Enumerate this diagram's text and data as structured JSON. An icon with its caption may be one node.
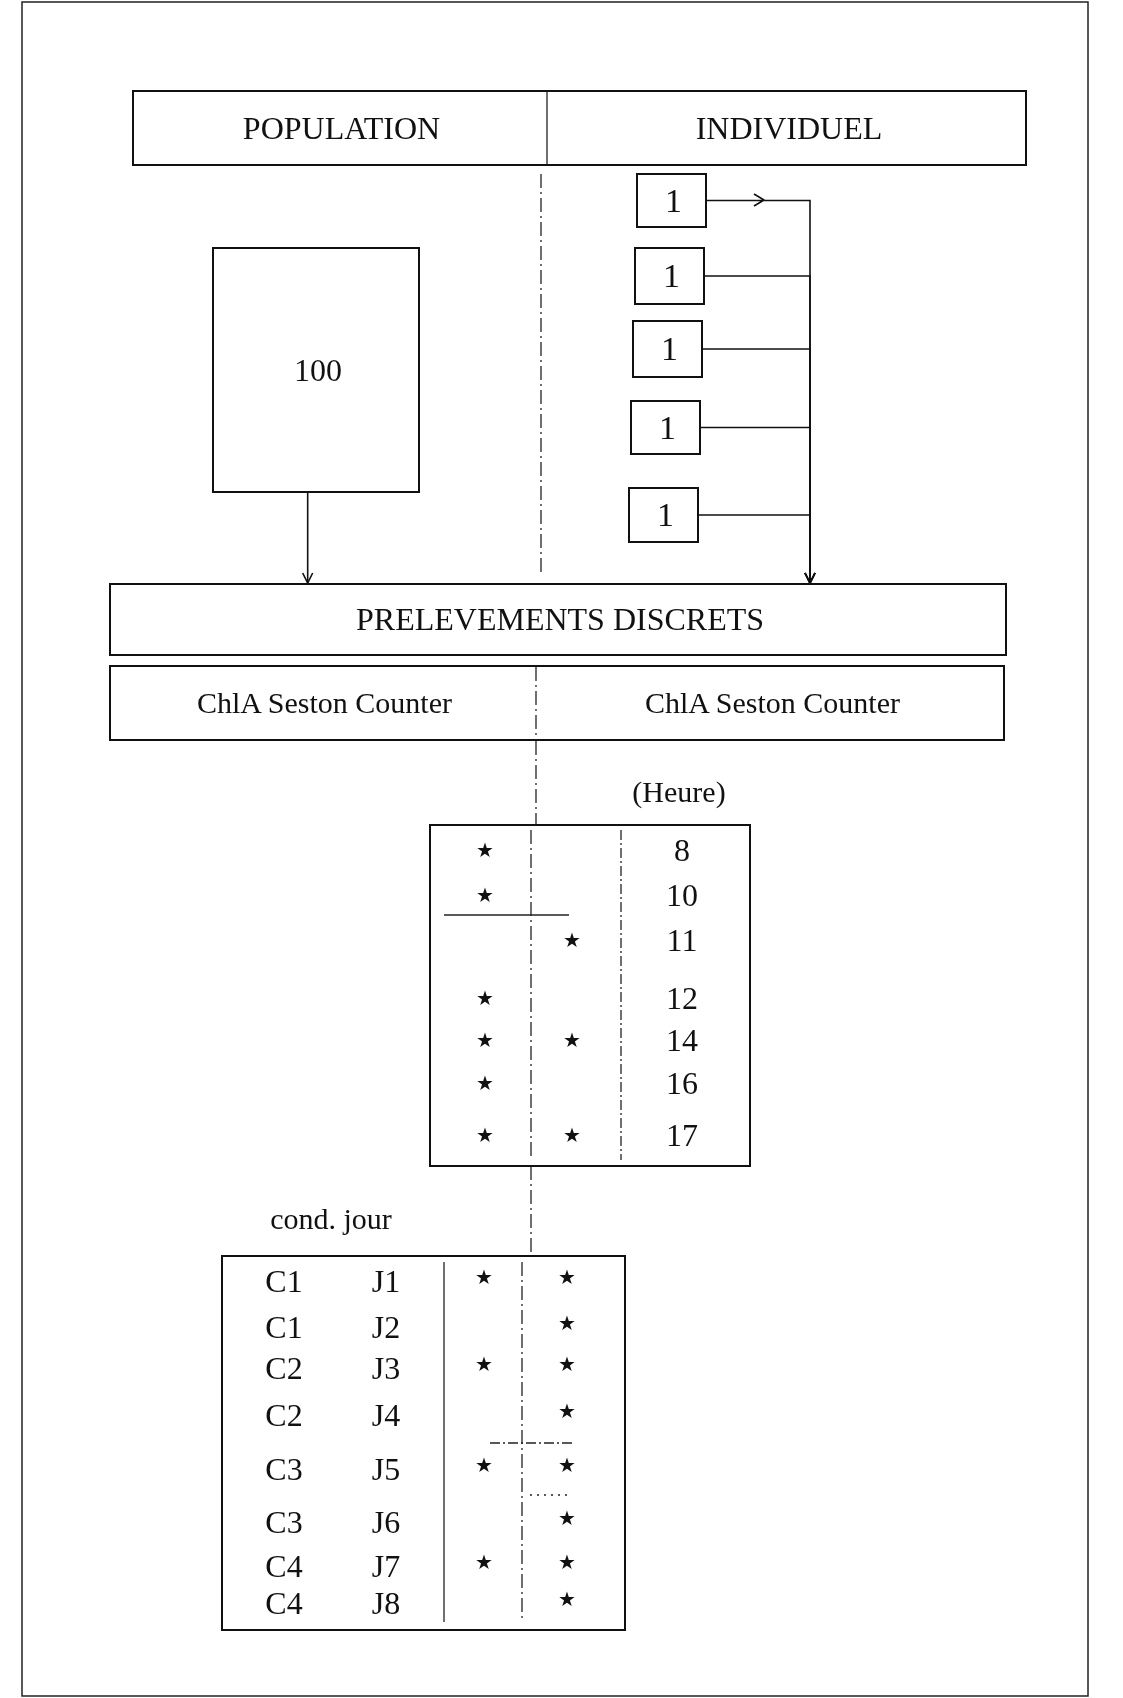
{
  "diagram": {
    "nodes": [
      {
        "text": [
          "POPULATION",
          "INDIVIDUEL"
        ]
      },
      {
        "text": [
          "100"
        ]
      },
      {
        "text": [
          "1"
        ]
      },
      {
        "text": [
          "1"
        ]
      },
      {
        "text": [
          "1"
        ]
      },
      {
        "text": [
          "1"
        ]
      },
      {
        "text": [
          "1"
        ]
      },
      {
        "text": [
          "PRELEVEMENTS DISCRETS"
        ]
      },
      {
        "text": [
          "ChlA Seston Counter",
          "ChlA Seston Counter"
        ]
      }
    ],
    "edges": [
      {
        "from": 1,
        "to": 7,
        "arrow": "to"
      },
      {
        "from": 2,
        "to": 7,
        "arrow": "to"
      },
      {
        "from": 3,
        "to": 7,
        "arrow": "to"
      },
      {
        "from": 4,
        "to": 7,
        "arrow": "to"
      },
      {
        "from": 5,
        "to": 7,
        "arrow": "to"
      },
      {
        "from": 6,
        "to": 7,
        "arrow": "to"
      }
    ],
    "labels": [
      "(Heure)",
      "★",
      "8",
      "★",
      "10",
      "★",
      "11",
      "★",
      "12",
      "★",
      "★",
      "14",
      "★",
      "16",
      "★",
      "★",
      "17",
      "cond. jour",
      "C1",
      "J1",
      "★",
      "★",
      "C1",
      "J2",
      "★",
      "C2",
      "J3",
      "★",
      "★",
      "C2",
      "J4",
      "★",
      "C3",
      "J5",
      "★",
      "★",
      "C3",
      "J6",
      "★",
      "C4",
      "J7",
      "★",
      "★",
      "C4",
      "J8",
      "★"
    ]
  }
}
